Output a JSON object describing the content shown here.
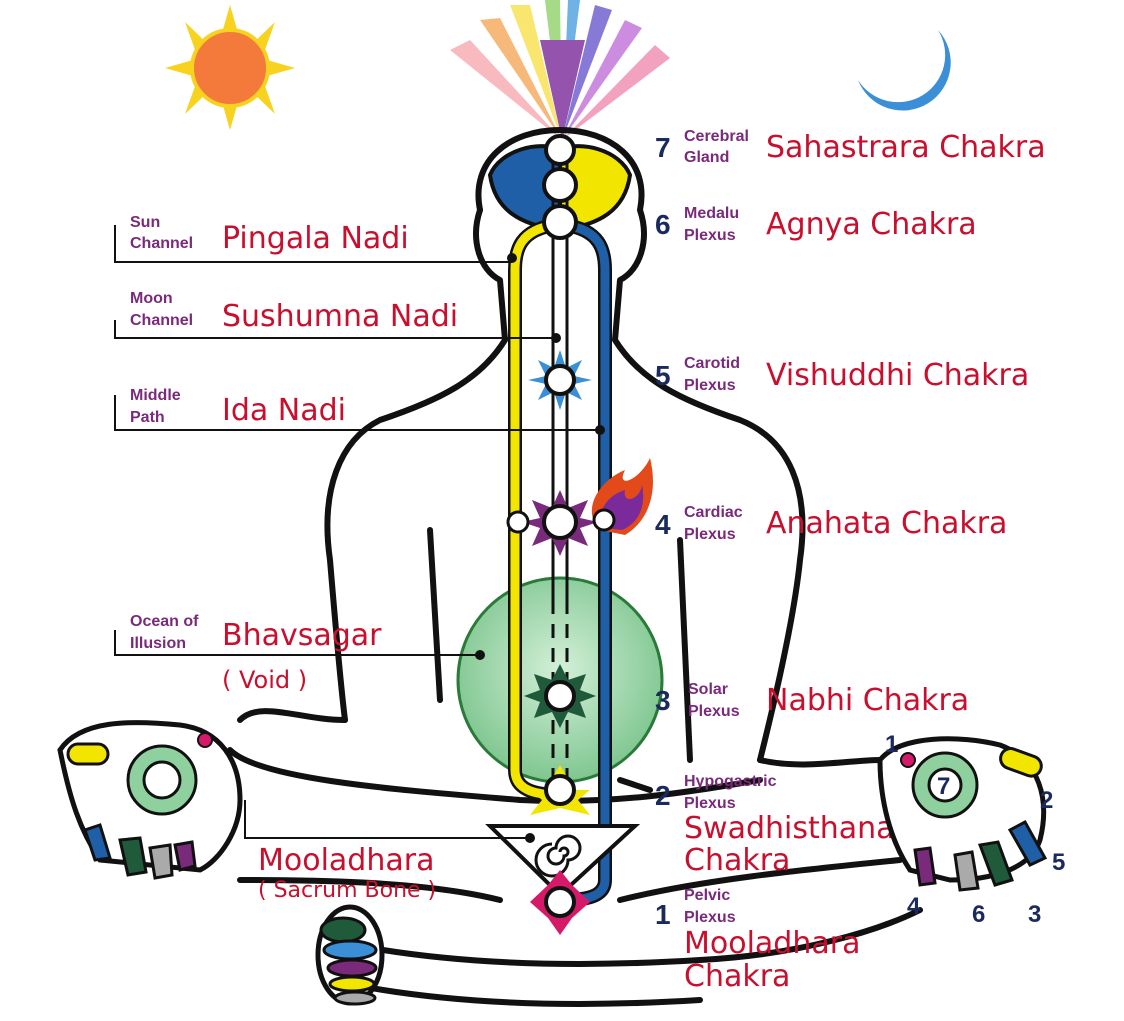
{
  "left_labels": {
    "pingala": {
      "small1": "Sun",
      "small2": "Channel",
      "name": "Pingala Nadi"
    },
    "sushumna": {
      "small1": "Moon",
      "small2": "Channel",
      "name": "Sushumna Nadi"
    },
    "ida": {
      "small1": "Middle",
      "small2": "Path",
      "name": "Ida Nadi"
    },
    "bhavsagar": {
      "small1": "Ocean of",
      "small2": "Illusion",
      "name": "Bhavsagar",
      "sub": "( Void  )"
    },
    "mooladhara": {
      "name": "Mooladhara",
      "sub": "( Sacrum Bone )"
    }
  },
  "chakras": [
    {
      "num": "7",
      "plexus1": "Cerebral",
      "plexus2": "Gland",
      "name1": "Sahastrara Chakra",
      "name2": ""
    },
    {
      "num": "6",
      "plexus1": "Medalu",
      "plexus2": "Plexus",
      "name1": "Agnya Chakra",
      "name2": ""
    },
    {
      "num": "5",
      "plexus1": "Carotid",
      "plexus2": "Plexus",
      "name1": "Vishuddhi Chakra",
      "name2": ""
    },
    {
      "num": "4",
      "plexus1": "Cardiac",
      "plexus2": "Plexus",
      "name1": "Anahata Chakra",
      "name2": ""
    },
    {
      "num": "3",
      "plexus1": "Solar",
      "plexus2": "Plexus",
      "name1": "Nabhi Chakra",
      "name2": ""
    },
    {
      "num": "2",
      "plexus1": "Hypogastric",
      "plexus2": "Plexus",
      "name1": "Swadhisthana",
      "name2": "Chakra"
    },
    {
      "num": "1",
      "plexus1": "Pelvic",
      "plexus2": "Plexus",
      "name1": "Mooladhara",
      "name2": "Chakra"
    }
  ],
  "hand_numbers": {
    "n1": "1",
    "n2": "2",
    "n3": "3",
    "n4": "4",
    "n5": "5",
    "n6": "6",
    "n7": "7"
  },
  "colors": {
    "label_red": "#c8102e",
    "label_purple": "#7a2a7a",
    "number_navy": "#1a2a5c",
    "pingala_yellow": "#f2e600",
    "ida_blue": "#1f5fa8",
    "void_green": "#8fd19e",
    "sun_orange": "#f47a3c",
    "moon_blue": "#3a8fd6"
  },
  "icons": [
    "sun-icon",
    "moon-icon",
    "crown-rays-icon",
    "flame-icon",
    "kundalini-spiral-icon"
  ]
}
